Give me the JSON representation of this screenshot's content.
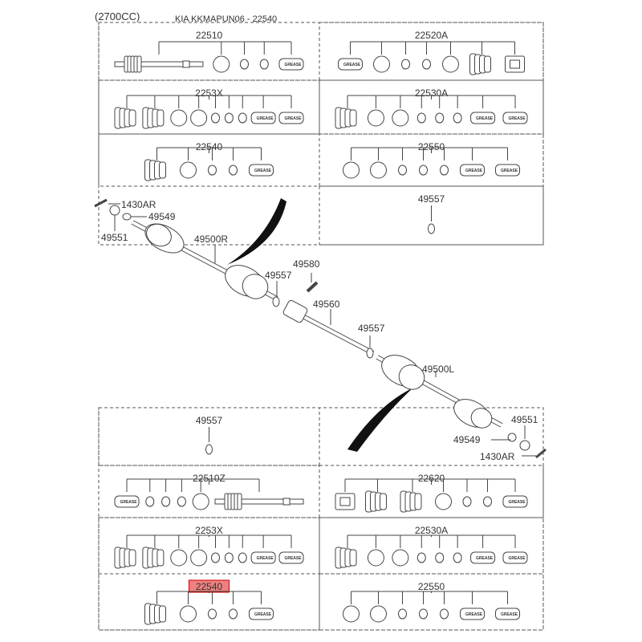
{
  "header": {
    "engine": "(2700CC)",
    "title": "KIA KKMAPUN06 - 22540"
  },
  "highlight_color": "#f08080",
  "grease_text": "GREASE",
  "kits": [
    {
      "id": "22510",
      "parts": [
        "shaft-icon",
        "circle-large-icon",
        "ring-icon",
        "ring-icon",
        "grease-icon"
      ]
    },
    {
      "id": "2253X",
      "parts": [
        "boot-icon",
        "boot-icon",
        "circle-large-icon",
        "circle-large-icon",
        "ring-icon",
        "ring-icon",
        "ring-icon",
        "grease-icon",
        "grease-icon"
      ]
    },
    {
      "id": "22540",
      "parts": [
        "boot-icon",
        "circle-large-icon",
        "ring-icon",
        "ring-icon",
        "grease-icon"
      ]
    },
    {
      "id": "22520A",
      "parts": [
        "grease-icon",
        "circle-large-icon",
        "ring-icon",
        "ring-icon",
        "circle-large-icon",
        "boot-icon",
        "cv-joint-icon"
      ]
    },
    {
      "id": "22530A",
      "parts": [
        "boot-icon",
        "circle-large-icon",
        "circle-large-icon",
        "ring-icon",
        "ring-icon",
        "ring-icon",
        "grease-icon",
        "grease-icon"
      ]
    },
    {
      "id": "22550",
      "parts": [
        "circle-large-icon",
        "circle-large-icon",
        "ring-icon",
        "ring-icon",
        "ring-icon",
        "grease-icon",
        "grease-icon"
      ]
    },
    {
      "id": "49557",
      "parts": [
        "snap-ring-icon"
      ]
    },
    {
      "id": "49557",
      "parts": [
        "snap-ring-icon"
      ]
    },
    {
      "id": "22510Z",
      "parts": [
        "grease-icon",
        "ring-icon",
        "ring-icon",
        "ring-icon",
        "circle-large-icon",
        "shaft-icon"
      ]
    },
    {
      "id": "2253X",
      "parts": [
        "boot-icon",
        "boot-icon",
        "circle-large-icon",
        "circle-large-icon",
        "ring-icon",
        "ring-icon",
        "ring-icon",
        "grease-icon",
        "grease-icon"
      ]
    },
    {
      "id": "22540",
      "highlighted": true,
      "parts": [
        "boot-icon",
        "circle-large-icon",
        "ring-icon",
        "ring-icon",
        "grease-icon"
      ]
    },
    {
      "id": "22620",
      "parts": [
        "cv-joint-icon",
        "boot-icon",
        "boot-icon",
        "circle-large-icon",
        "ring-icon",
        "ring-icon",
        "grease-icon"
      ]
    },
    {
      "id": "22530A",
      "parts": [
        "boot-icon",
        "circle-large-icon",
        "circle-large-icon",
        "ring-icon",
        "ring-icon",
        "ring-icon",
        "grease-icon",
        "grease-icon"
      ]
    },
    {
      "id": "22550",
      "parts": [
        "circle-large-icon",
        "circle-large-icon",
        "ring-icon",
        "ring-icon",
        "ring-icon",
        "grease-icon",
        "grease-icon"
      ]
    }
  ],
  "assembly": {
    "bolt_r": "1430AR",
    "nut_r": "49551",
    "washer_r": "49549",
    "shaft_r": "49500R",
    "ring_1": "49557",
    "bolt_mid": "49580",
    "inter_shaft": "49560",
    "ring_2": "49557",
    "shaft_l": "49500L",
    "nut_l": "49551",
    "washer_l": "49549",
    "bolt_l": "1430AR"
  }
}
